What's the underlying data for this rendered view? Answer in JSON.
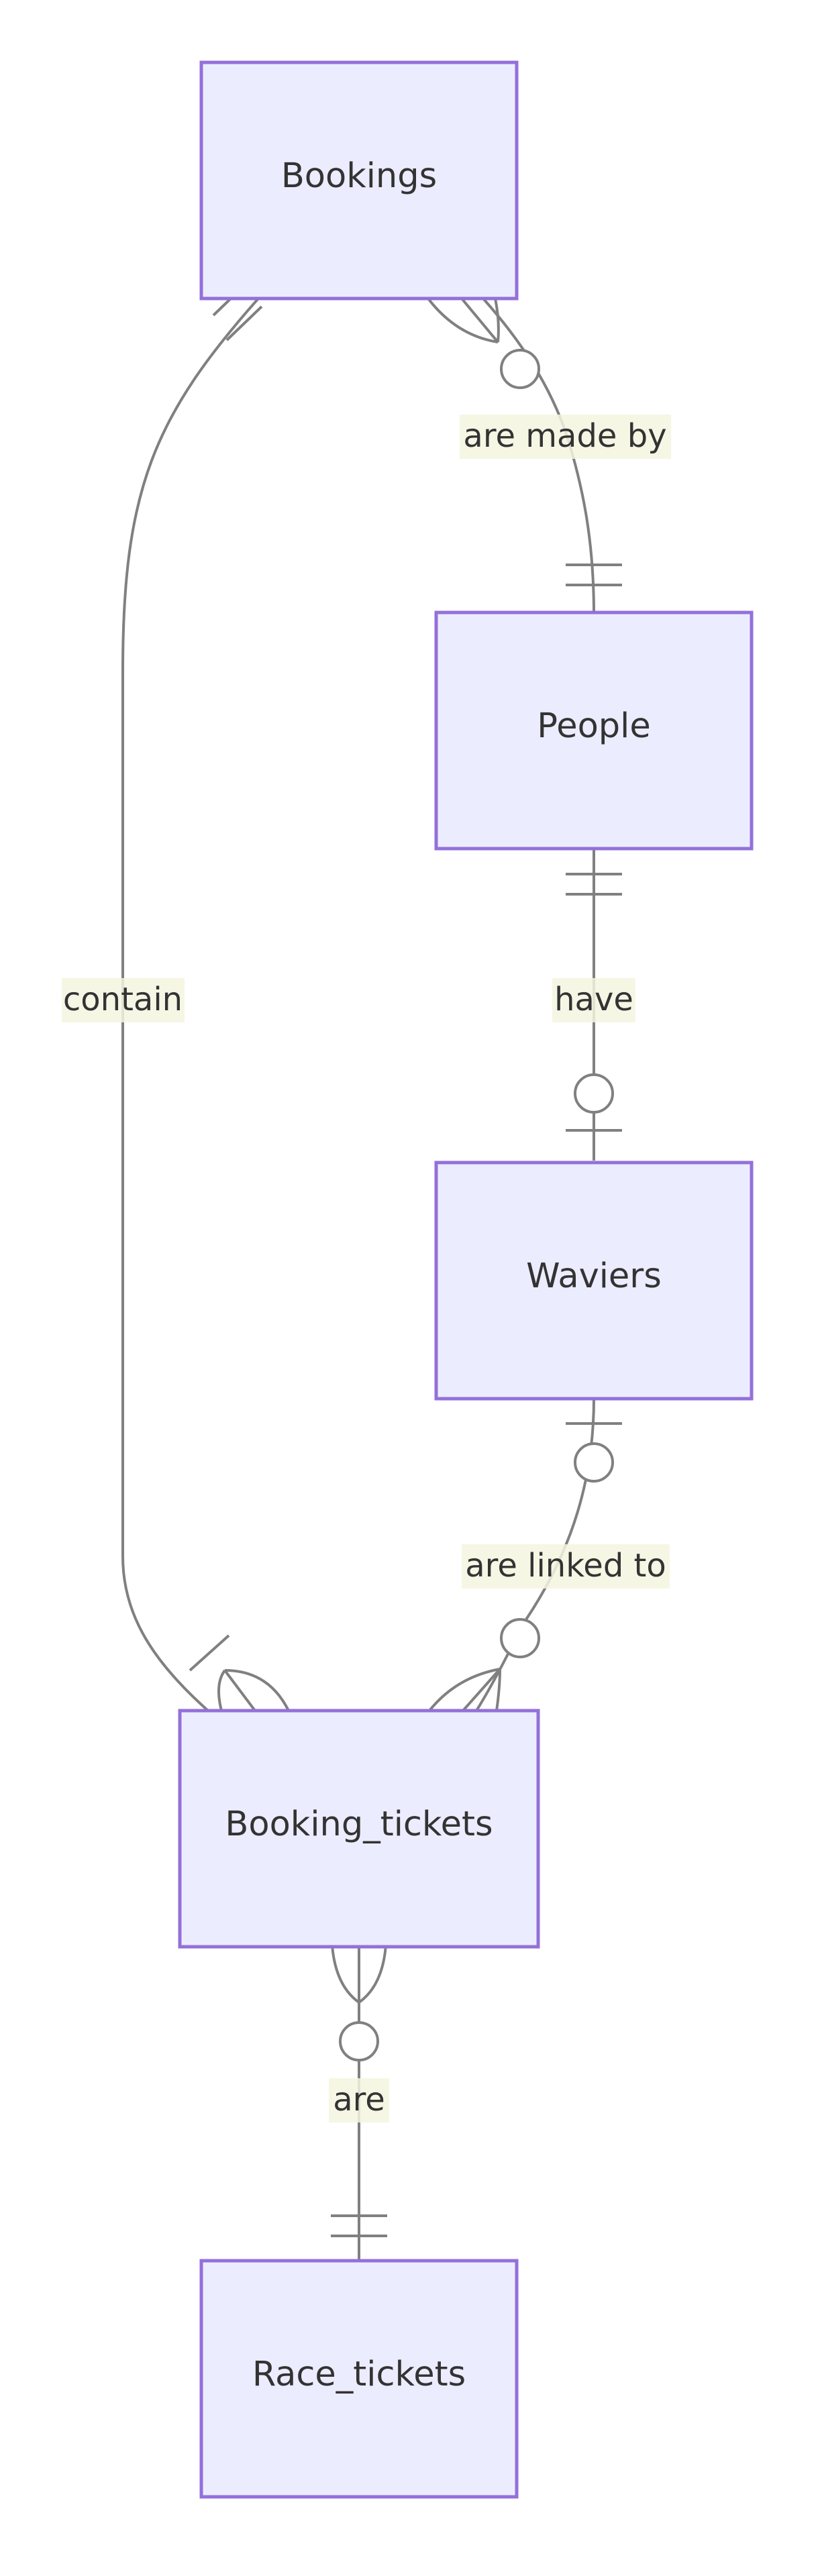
{
  "diagram": {
    "type": "entity-relationship",
    "entities": [
      {
        "id": "bookings",
        "label": "Bookings"
      },
      {
        "id": "people",
        "label": "People"
      },
      {
        "id": "waviers",
        "label": "Waviers"
      },
      {
        "id": "booking_tickets",
        "label": "Booking_tickets"
      },
      {
        "id": "race_tickets",
        "label": "Race_tickets"
      }
    ],
    "relationships": [
      {
        "from": "bookings",
        "to": "people",
        "label": "are made by",
        "from_card": "zero-or-many",
        "to_card": "exactly-one"
      },
      {
        "from": "bookings",
        "to": "booking_tickets",
        "label": "contain",
        "from_card": "exactly-one",
        "to_card": "one-or-many"
      },
      {
        "from": "people",
        "to": "waviers",
        "label": "have",
        "from_card": "exactly-one",
        "to_card": "zero-or-one"
      },
      {
        "from": "waviers",
        "to": "booking_tickets",
        "label": "are linked to",
        "from_card": "zero-or-one",
        "to_card": "zero-or-many"
      },
      {
        "from": "booking_tickets",
        "to": "race_tickets",
        "label": "are",
        "from_card": "zero-or-many",
        "to_card": "exactly-one"
      }
    ]
  },
  "colors": {
    "entity_fill": "#ececff",
    "entity_stroke": "#9370db",
    "line": "#808080",
    "label_bg": "#f4f4e1",
    "text": "#333333"
  }
}
